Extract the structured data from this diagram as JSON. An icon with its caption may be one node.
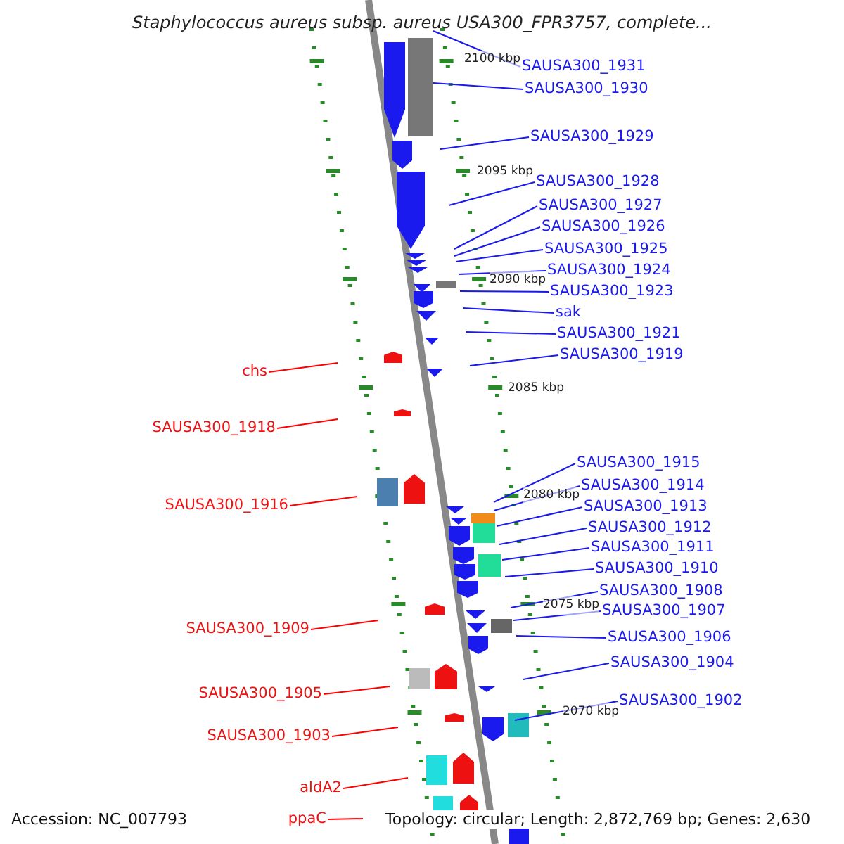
{
  "diagram": {
    "title": "Staphylococcus aureus subsp. aureus USA300_FPR3757, complete...",
    "caption": "Accession: NC_007793",
    "nodes": [
      {
        "text": [
          "SAUSA300_1931"
        ]
      },
      {
        "text": [
          "SAUSA300_1930"
        ]
      },
      {
        "text": [
          "SAUSA300_1929"
        ]
      },
      {
        "text": [
          "SAUSA300_1928"
        ]
      },
      {
        "text": [
          "SAUSA300_1927"
        ]
      },
      {
        "text": [
          "SAUSA300_1926"
        ]
      },
      {
        "text": [
          "SAUSA300_1925"
        ]
      },
      {
        "text": [
          "SAUSA300_1924"
        ]
      },
      {
        "text": [
          "SAUSA300_1923"
        ]
      },
      {
        "text": [
          "sak"
        ]
      },
      {
        "text": [
          "SAUSA300_1921"
        ]
      },
      {
        "text": [
          "SAUSA300_1919"
        ]
      },
      {
        "text": [
          "chs"
        ]
      },
      {
        "text": [
          "SAUSA300_1918"
        ]
      },
      {
        "text": [
          "SAUSA300_1915"
        ]
      },
      {
        "text": [
          "SAUSA300_1914"
        ]
      },
      {
        "text": [
          "SAUSA300_1916"
        ]
      },
      {
        "text": [
          "SAUSA300_1913"
        ]
      },
      {
        "text": [
          "SAUSA300_1912"
        ]
      },
      {
        "text": [
          "SAUSA300_1911"
        ]
      },
      {
        "text": [
          "SAUSA300_1910"
        ]
      },
      {
        "text": [
          "SAUSA300_1908"
        ]
      },
      {
        "text": [
          "SAUSA300_1907"
        ]
      },
      {
        "text": [
          "SAUSA300_1909"
        ]
      },
      {
        "text": [
          "SAUSA300_1906"
        ]
      },
      {
        "text": [
          "SAUSA300_1904"
        ]
      },
      {
        "text": [
          "SAUSA300_1905"
        ]
      },
      {
        "text": [
          "SAUSA300_1902"
        ]
      },
      {
        "text": [
          "SAUSA300_1903"
        ]
      },
      {
        "text": [
          "aldA2"
        ]
      },
      {
        "text": [
          "ppaC"
        ]
      }
    ],
    "edges": [
      {
        "from": 0,
        "to": null,
        "arrow": "none"
      },
      {
        "from": 1,
        "to": null,
        "arrow": "none"
      },
      {
        "from": 2,
        "to": null,
        "arrow": "none"
      },
      {
        "from": 3,
        "to": null,
        "arrow": "none"
      },
      {
        "from": 4,
        "to": null,
        "arrow": "none"
      },
      {
        "from": 5,
        "to": null,
        "arrow": "none"
      },
      {
        "from": 6,
        "to": null,
        "arrow": "none"
      },
      {
        "from": 7,
        "to": null,
        "arrow": "none"
      },
      {
        "from": 8,
        "to": null,
        "arrow": "none"
      },
      {
        "from": 9,
        "to": null,
        "arrow": "none"
      },
      {
        "from": 10,
        "to": null,
        "arrow": "none"
      },
      {
        "from": 11,
        "to": null,
        "arrow": "none"
      },
      {
        "from": 12,
        "to": null,
        "arrow": "none",
        "color": "#ff0000"
      },
      {
        "from": 13,
        "to": null,
        "arrow": "none",
        "color": "#ff0000"
      },
      {
        "from": 14,
        "to": null,
        "arrow": "none"
      },
      {
        "from": 15,
        "to": null,
        "arrow": "none"
      },
      {
        "from": 16,
        "to": null,
        "arrow": "none",
        "color": "#ff0000"
      },
      {
        "from": 17,
        "to": null,
        "arrow": "none"
      },
      {
        "from": 18,
        "to": null,
        "arrow": "none"
      },
      {
        "from": 19,
        "to": null,
        "arrow": "none"
      },
      {
        "from": 20,
        "to": null,
        "arrow": "none"
      },
      {
        "from": 21,
        "to": null,
        "arrow": "none"
      },
      {
        "from": 22,
        "to": null,
        "arrow": "none"
      },
      {
        "from": 23,
        "to": null,
        "arrow": "none",
        "color": "#ff0000"
      },
      {
        "from": 24,
        "to": null,
        "arrow": "none"
      },
      {
        "from": 25,
        "to": null,
        "arrow": "none"
      },
      {
        "from": 26,
        "to": null,
        "arrow": "none",
        "color": "#ff0000"
      },
      {
        "from": 27,
        "to": null,
        "arrow": "none"
      },
      {
        "from": 28,
        "to": null,
        "arrow": "none",
        "color": "#ff0000"
      },
      {
        "from": 29,
        "to": null,
        "arrow": "none",
        "color": "#ff0000"
      },
      {
        "from": 30,
        "to": null,
        "arrow": "none",
        "color": "#ff0000"
      }
    ],
    "labels": [
      "2100 kbp",
      "2095 kbp",
      "2090 kbp",
      "2085 kbp",
      "2080 kbp",
      "2075 kbp",
      "2070 kbp",
      "Topology: circular; Length: 2,872,769 bp; Genes: 2,630"
    ]
  }
}
